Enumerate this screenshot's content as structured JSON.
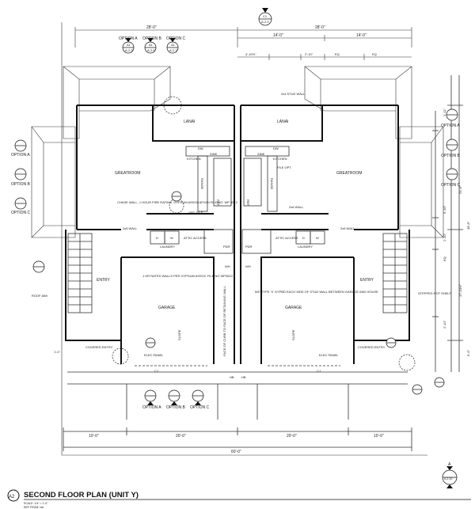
{
  "sheet": {
    "title": "SECOND FLOOR PLAN (UNIT Y)",
    "scale": "SCALE: 1/4\" = 1'-0\"",
    "ref": "REF FROM: NA",
    "id_top": "A2",
    "sheet_tag_north": "A",
    "sheet_tag_center": "A-2.10"
  },
  "top_dims": {
    "left_overall": "28'-0\"",
    "right_overall": "28'-0\"",
    "right_half_a": "14'-0\"",
    "right_half_b": "14'-0\"",
    "d1": "4'-10½\"",
    "d2": "2'-10\"",
    "eq1": "EQ",
    "eq2": "EQ"
  },
  "bottom_dims": {
    "d1": "10'-0\"",
    "d2": "20'-0\"",
    "d3": "20'-0\"",
    "d4": "10'-0\"",
    "overall": "60'-0\""
  },
  "options_top": [
    "OPTION A",
    "OPTION B",
    "OPTION C"
  ],
  "options_bottom": [
    "OPTION A",
    "OPTION B",
    "OPTION C"
  ],
  "options_side": [
    "OPTION A",
    "OPTION B",
    "OPTION C"
  ],
  "options_right": [
    "OPTION A",
    "OPTION B",
    "OPTION C"
  ],
  "rooms": {
    "lanai_l": "LANAI",
    "lanai_r": "LANAI",
    "kitchen_l": "KITCHEN",
    "kitchen_r": "KITCHEN",
    "great_l": "GREATROOM",
    "great_r": "GREATROOM",
    "laundry_l": "LAUNDRY",
    "laundry_r": "LAUNDRY",
    "attic_l": "ATTIC ACCESS",
    "attic_r": "ATTIC ACCESS",
    "entry_l": "ENTRY",
    "entry_r": "ENTRY",
    "garage_l": "GARAGE",
    "garage_r": "GARAGE",
    "covered_l": "COVERED ENTRY",
    "covered_r": "COVERED ENTRY",
    "slope_l": "SLOPE",
    "slope_r": "SLOPE"
  },
  "notes": {
    "chase": "CHASE WALL, 1 HOUR FIRE RATING, GYPSUM ASSOCIATION FILE NO. WP 5512",
    "fire_walls": "1 HR RATED WALLS PER GYPSUM ASSOC FILE NO WP3510",
    "gypbd": "5/8\" TYPE 'X' GYPBD EACH SIDE OF STUD WALL BETWEEN GARAGE AND HOUSE",
    "stud_wall": "2x4 STUD WALL",
    "wall_2x6_l": "2x6 WALL",
    "wall_2x6_r": "2x6 WALL",
    "wall_2x6_r2": "2x6 WALL",
    "face_of_curb": "FACE OF CURB TO FACE OF RETAINING WALL",
    "roof_abv": "ROOF ABV",
    "elec_l": "ELEC PANEL",
    "elec_r": "ELEC PANEL",
    "stepped": "STEPPED POT SHELF",
    "cj": "CJ",
    "hb": "HB",
    "wh": "WH",
    "pdr": "PDR",
    "dw": "DW",
    "sink": "SINK",
    "range": "RANGE",
    "ref": "REF",
    "d": "D",
    "w": "W",
    "opt_file": "OPT. FILE",
    "opt_file_r": "FILE OPT."
  },
  "side_dims": {
    "r1": "2'-11\"",
    "r2": "21'-6\"",
    "r3": "38'-8\"",
    "r4": "5'-10\"",
    "r5": "2'-10\"",
    "r6": "17'-10½\"",
    "r7": "2'-10\"",
    "r8": "6'-0\"",
    "eq": "EQ",
    "l1": "1'-0\""
  },
  "tags": {
    "top_c1": "C1",
    "top_c1b": "A-2.9",
    "a1": "A1",
    "a2": "A-2.3",
    "b1": "A1",
    "b2": "A-2.5",
    "c1": "A1",
    "c2": "A-2.7",
    "d1": "D1",
    "d2": "A-2.3",
    "c3": "C1",
    "c4": "A-2.6"
  }
}
